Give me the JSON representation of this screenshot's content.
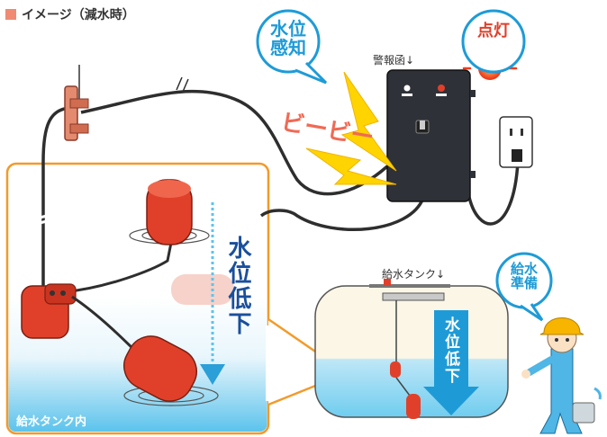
{
  "title": "イメージ（減水時）",
  "labels": {
    "alarm_box": "警報函↓",
    "water_tank": "給水タンク↓",
    "tank_inside": "給水タンク内"
  },
  "bubbles": {
    "detect": "水位\n感知",
    "light": "点灯",
    "supply": "給水\n準備"
  },
  "sound": "ビービー",
  "water_level_drop": "水位低下",
  "colors": {
    "accent_orange": "#f39a2b",
    "bubble_blue": "#1e9bd7",
    "float_red": "#e0402a",
    "water_blue": "#5cc3ec",
    "lightning_yellow": "#ffd400",
    "alarm_box": "#2f3138"
  }
}
